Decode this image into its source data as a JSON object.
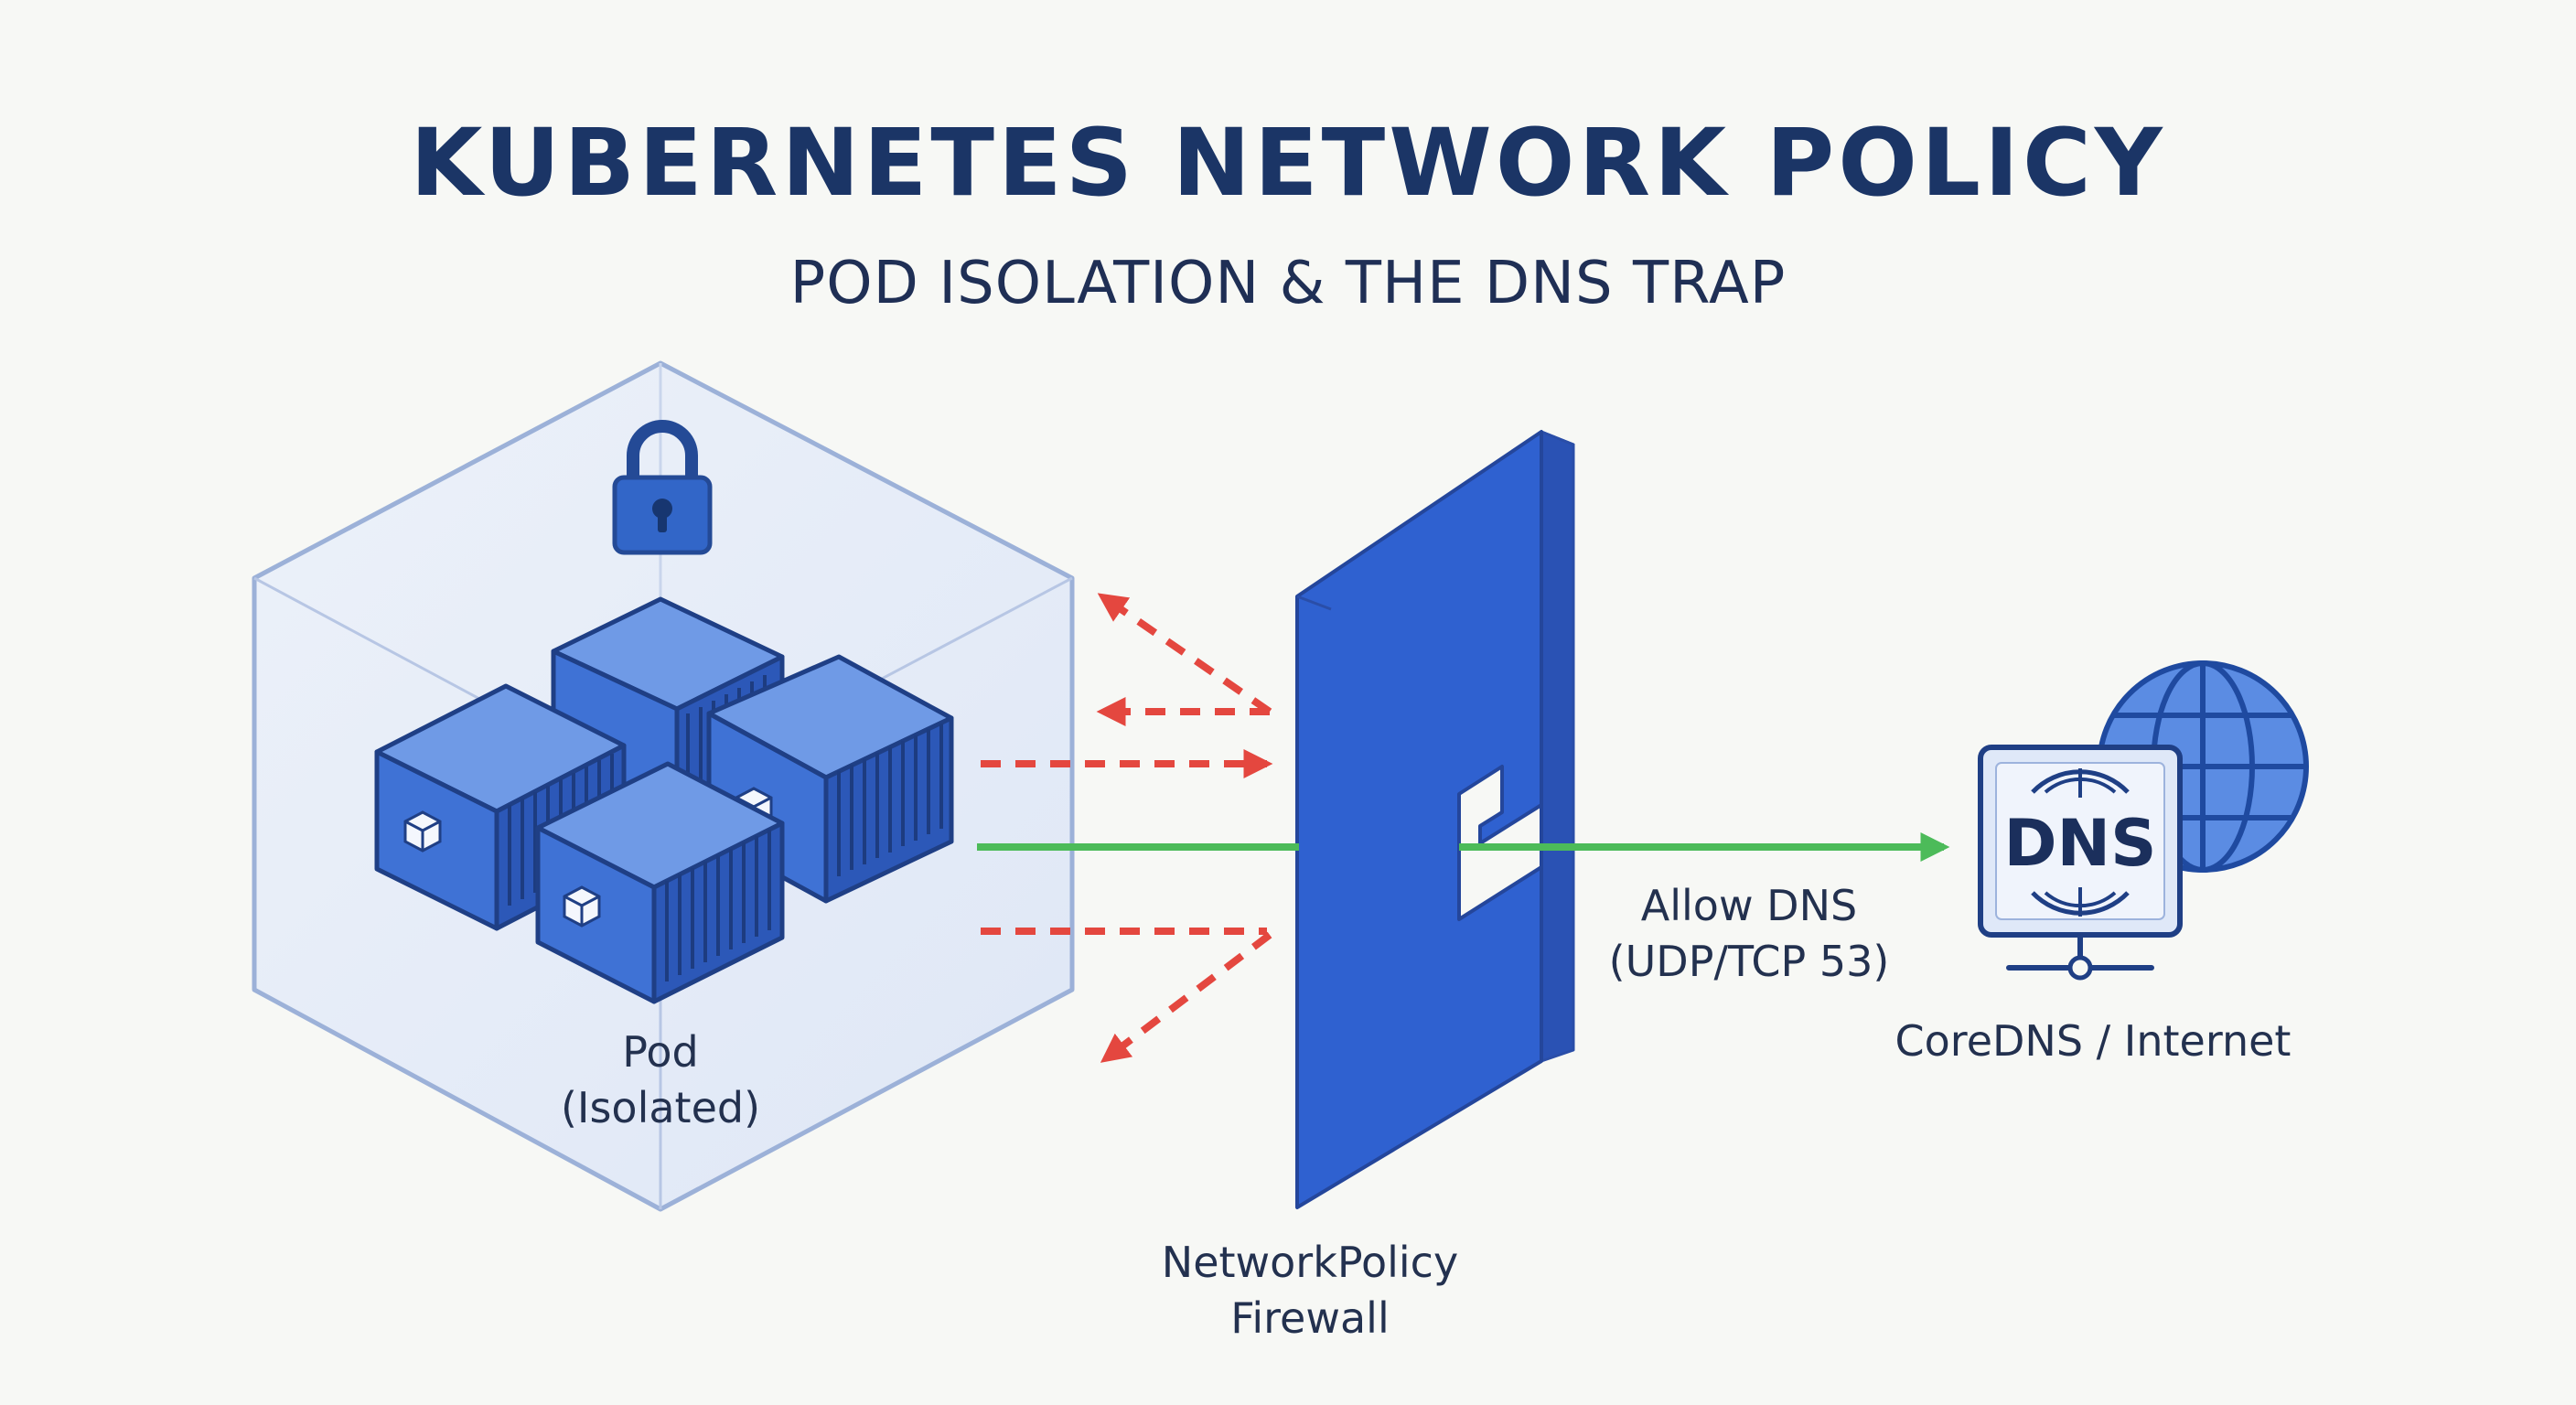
{
  "title": "KUBERNETES NETWORK POLICY",
  "subtitle": "POD ISOLATION & THE DNS TRAP",
  "pod": {
    "line1": "Pod",
    "line2": "(Isolated)"
  },
  "firewall": {
    "line1": "NetworkPolicy",
    "line2": "Firewall"
  },
  "allow": {
    "line1": "Allow DNS",
    "line2": "(UDP/TCP 53)"
  },
  "server": {
    "screen_text": "DNS",
    "label": "CoreDNS / Internet"
  },
  "colors": {
    "navy": "#1b3566",
    "wall_blue": "#2f5fcf",
    "container_blue": "#3a6fd2",
    "blocked_red": "#e4473f",
    "allowed_green": "#4cbb59"
  }
}
